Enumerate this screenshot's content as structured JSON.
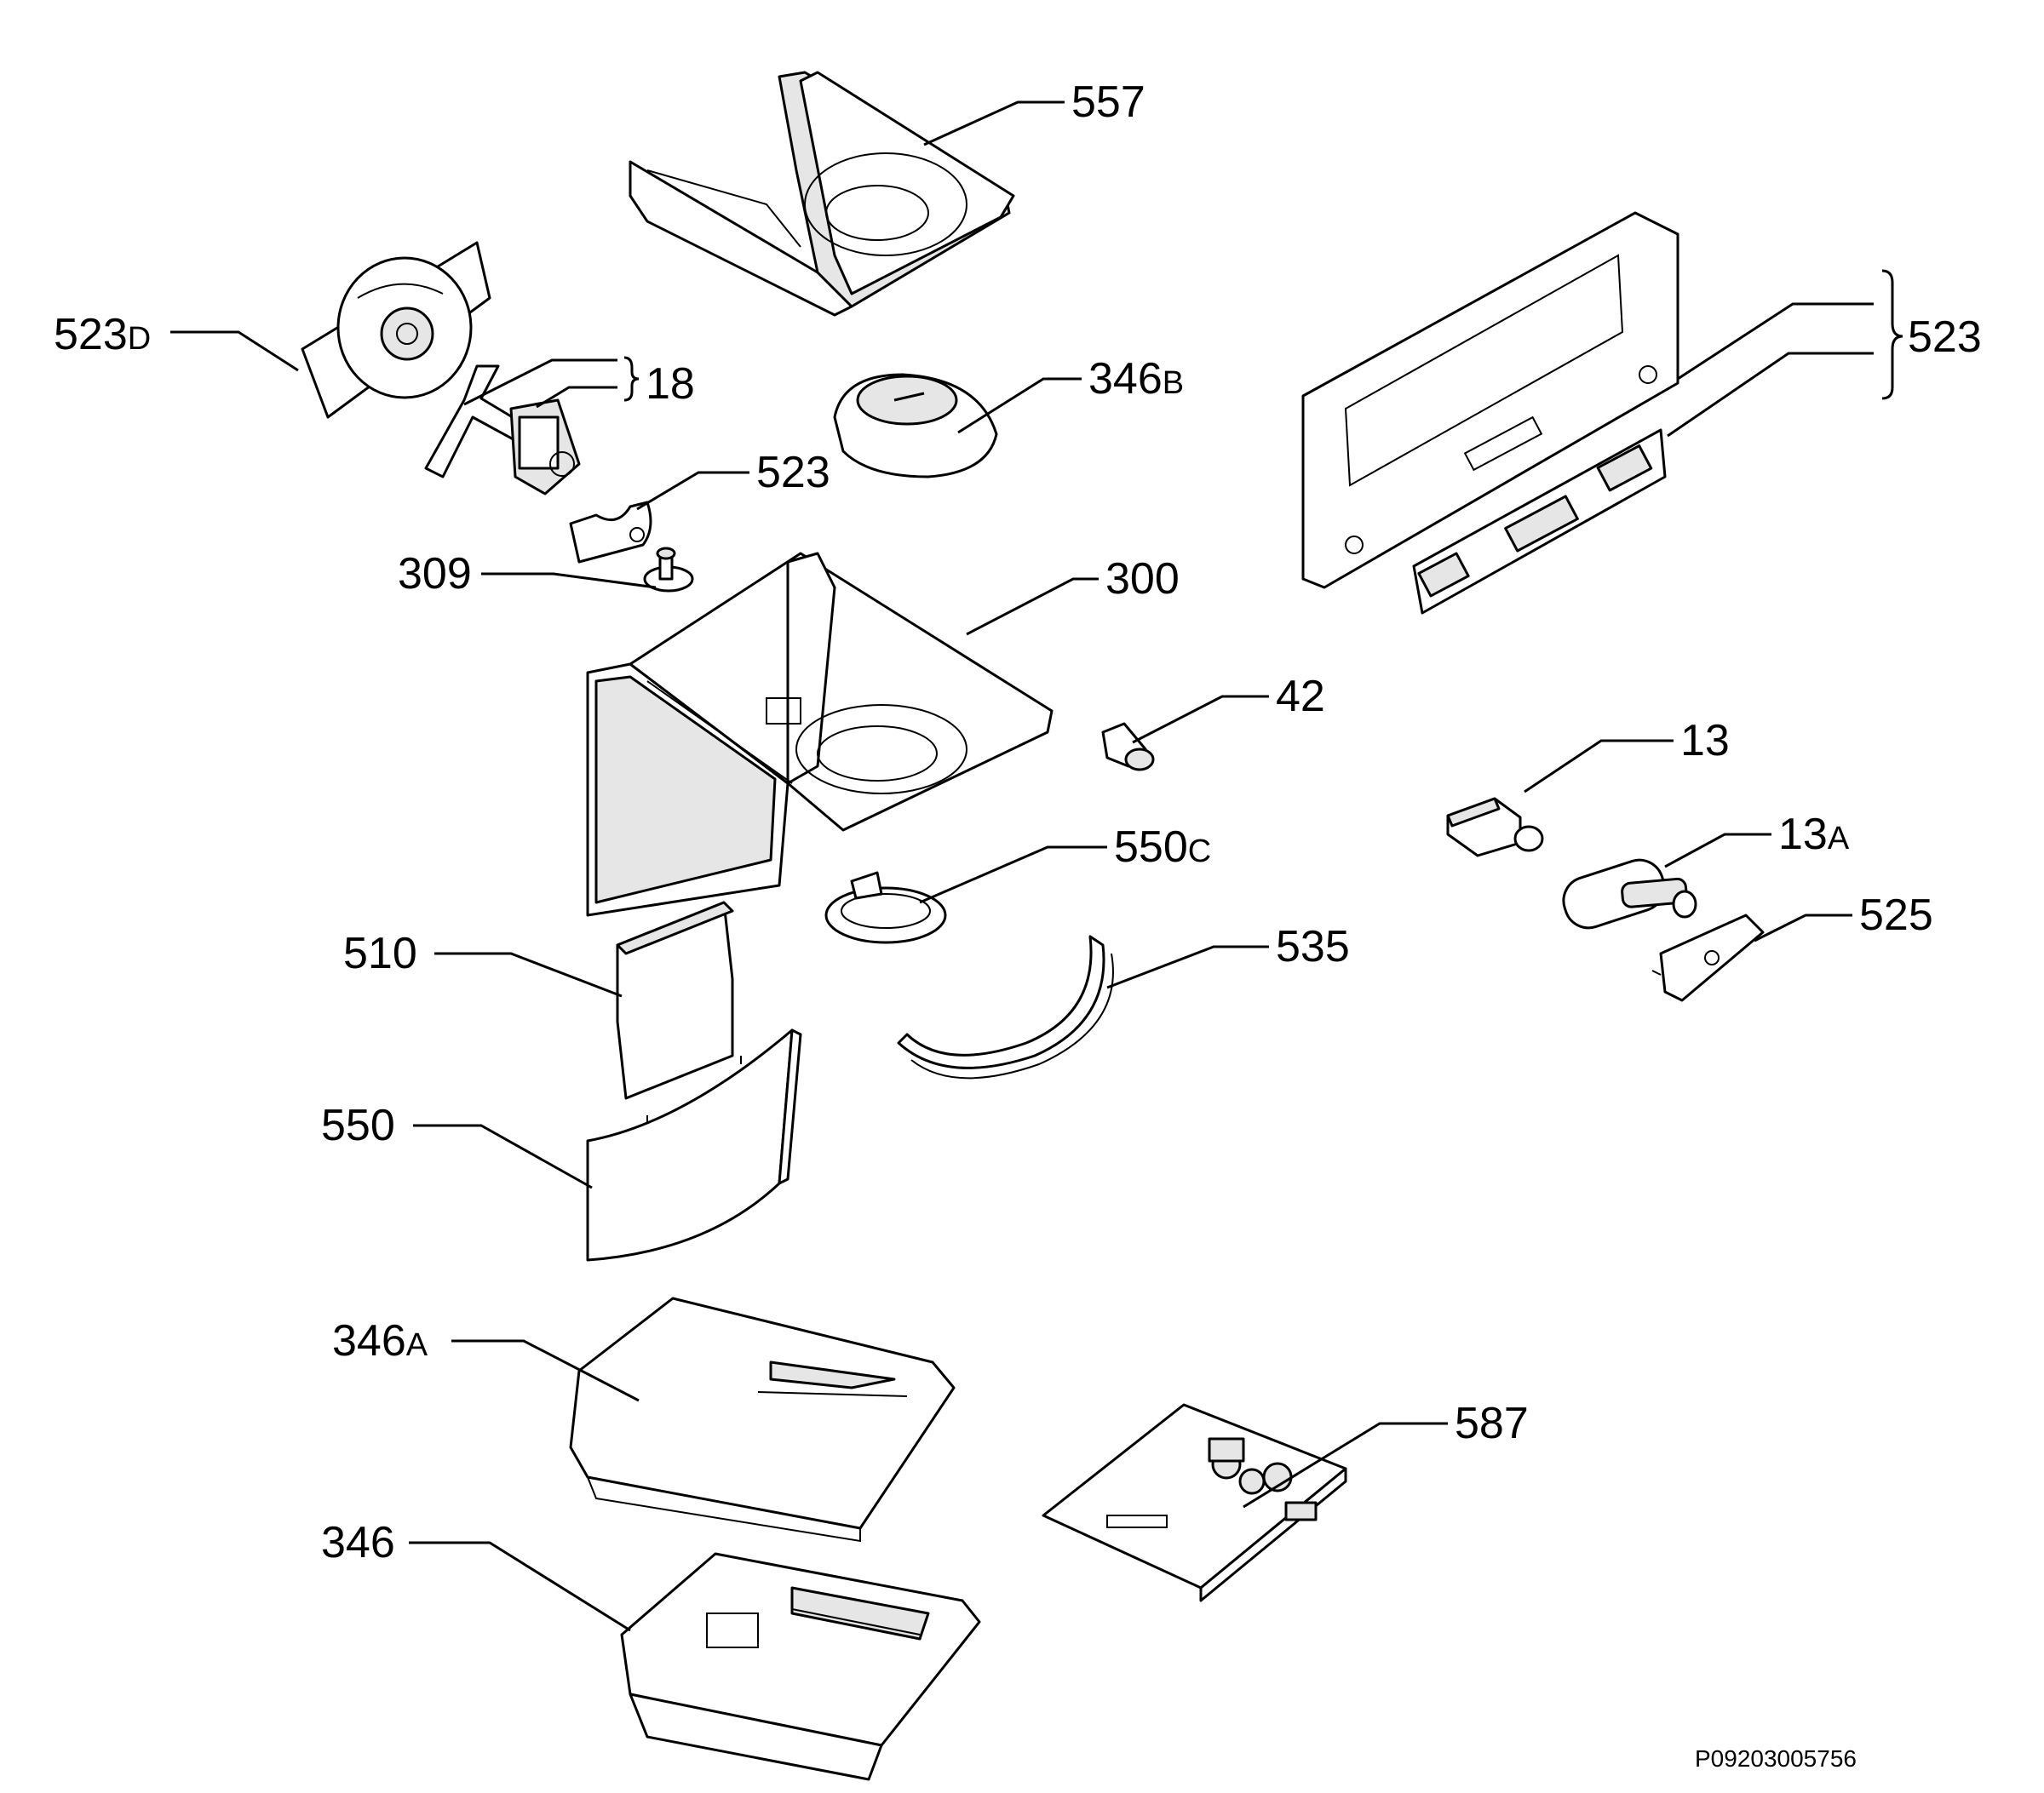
{
  "callouts": [
    {
      "id": "557",
      "num": "557",
      "suffix": ""
    },
    {
      "id": "523D",
      "num": "523",
      "suffix": "D"
    },
    {
      "id": "18",
      "num": "18",
      "suffix": ""
    },
    {
      "id": "346B",
      "num": "346",
      "suffix": "B"
    },
    {
      "id": "523-bracket",
      "num": "523",
      "suffix": ""
    },
    {
      "id": "523-panel",
      "num": "523",
      "suffix": ""
    },
    {
      "id": "309",
      "num": "309",
      "suffix": ""
    },
    {
      "id": "300",
      "num": "300",
      "suffix": ""
    },
    {
      "id": "42",
      "num": "42",
      "suffix": ""
    },
    {
      "id": "13",
      "num": "13",
      "suffix": ""
    },
    {
      "id": "13A",
      "num": "13",
      "suffix": "A"
    },
    {
      "id": "550C",
      "num": "550",
      "suffix": "C"
    },
    {
      "id": "525",
      "num": "525",
      "suffix": ""
    },
    {
      "id": "510",
      "num": "510",
      "suffix": ""
    },
    {
      "id": "535",
      "num": "535",
      "suffix": ""
    },
    {
      "id": "550",
      "num": "550",
      "suffix": ""
    },
    {
      "id": "346A",
      "num": "346",
      "suffix": "A"
    },
    {
      "id": "587",
      "num": "587",
      "suffix": ""
    },
    {
      "id": "346",
      "num": "346",
      "suffix": ""
    }
  ],
  "reference_code": "P09203005756"
}
